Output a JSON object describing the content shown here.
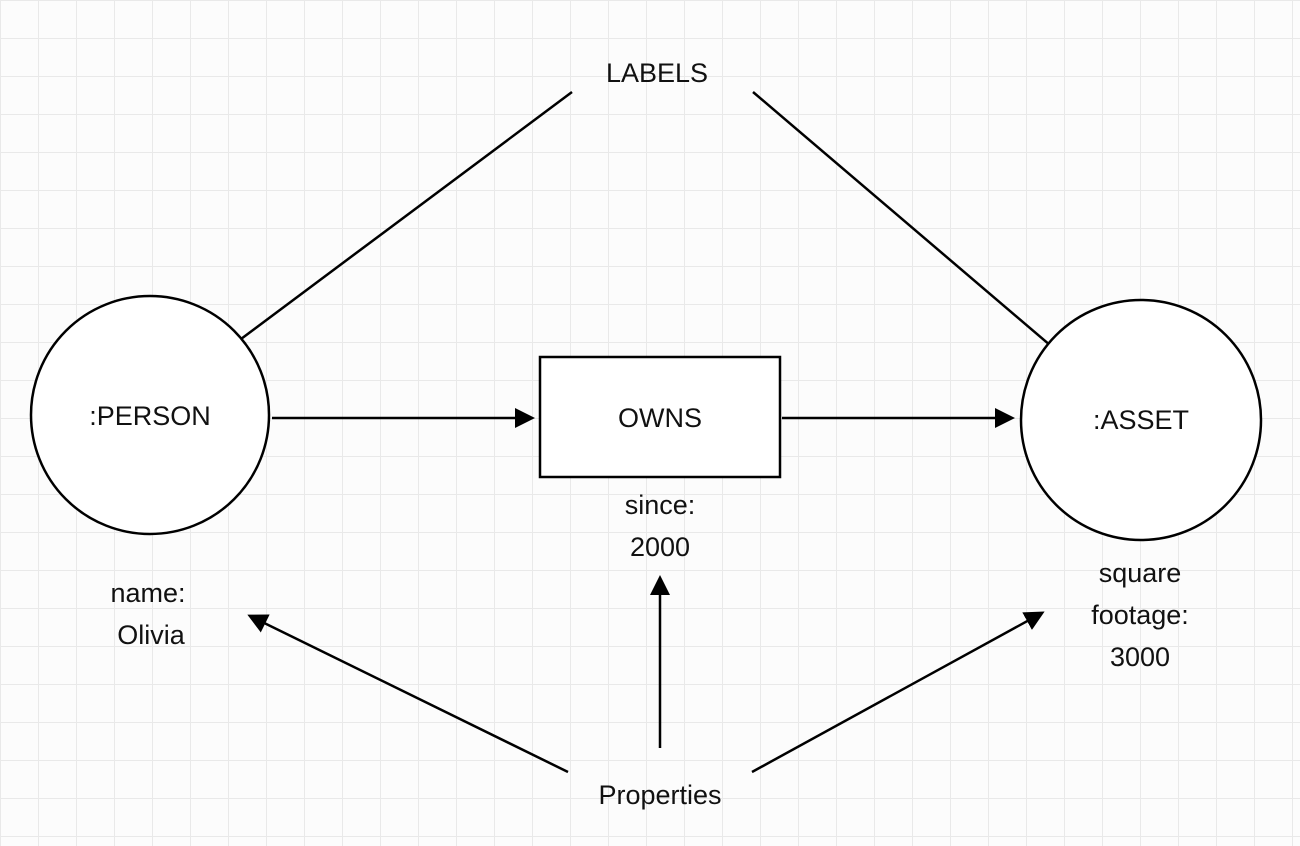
{
  "colors": {
    "stroke": "#000000",
    "text": "#111111",
    "grid_line": "#e9e9e9",
    "background": "#fcfcfc"
  },
  "annotations": {
    "labels_title": "LABELS",
    "properties_title": "Properties"
  },
  "person_node": {
    "label": ":PERSON",
    "properties": {
      "line1": "name:",
      "line2": "Olivia"
    }
  },
  "asset_node": {
    "label": ":ASSET",
    "properties": {
      "line1": "square",
      "line2": "footage:",
      "line3": "3000"
    }
  },
  "owns_relationship": {
    "label": "OWNS",
    "properties": {
      "line1": "since:",
      "line2": "2000"
    }
  }
}
